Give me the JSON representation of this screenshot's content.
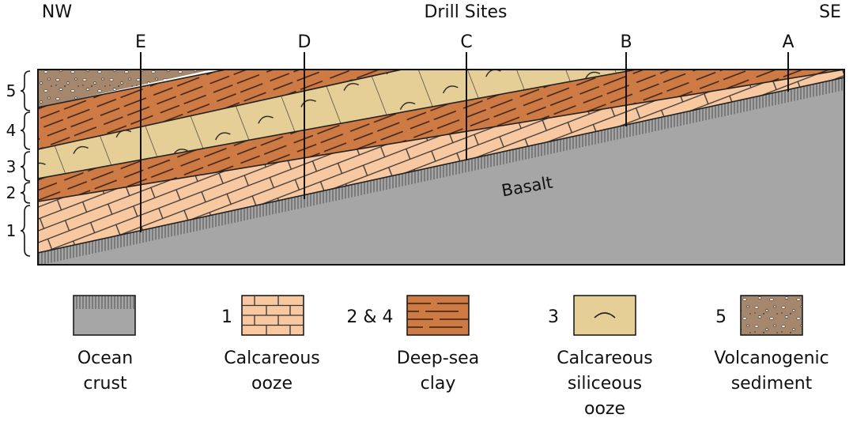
{
  "header": {
    "left": "NW",
    "center": "Drill Sites",
    "right": "SE"
  },
  "drill_sites": [
    "E",
    "D",
    "C",
    "B",
    "A"
  ],
  "layer_numbers": [
    "5",
    "4",
    "3",
    "2",
    "1"
  ],
  "basalt_label": "Basalt",
  "legend": [
    {
      "number": "",
      "line1": "Ocean",
      "line2": "crust",
      "line3": "",
      "pattern": "ocean-crust"
    },
    {
      "number": "1",
      "line1": "Calcareous",
      "line2": "ooze",
      "line3": "",
      "pattern": "calcareous-ooze"
    },
    {
      "number": "2 & 4",
      "line1": "Deep-sea",
      "line2": "clay",
      "line3": "",
      "pattern": "deep-sea-clay"
    },
    {
      "number": "3",
      "line1": "Calcareous",
      "line2": "siliceous",
      "line3": "ooze",
      "pattern": "calcareous-siliceous-ooze"
    },
    {
      "number": "5",
      "line1": "Volcanogenic",
      "line2": "sediment",
      "line3": "",
      "pattern": "volcanogenic-sediment"
    }
  ],
  "colors": {
    "ocean_crust": "#a6a6a6",
    "calcareous_ooze": "#f8c8a0",
    "deep_sea_clay": "#cd7a45",
    "siliceous_ooze": "#e6cf96",
    "volcanogenic": "#a4876c"
  }
}
